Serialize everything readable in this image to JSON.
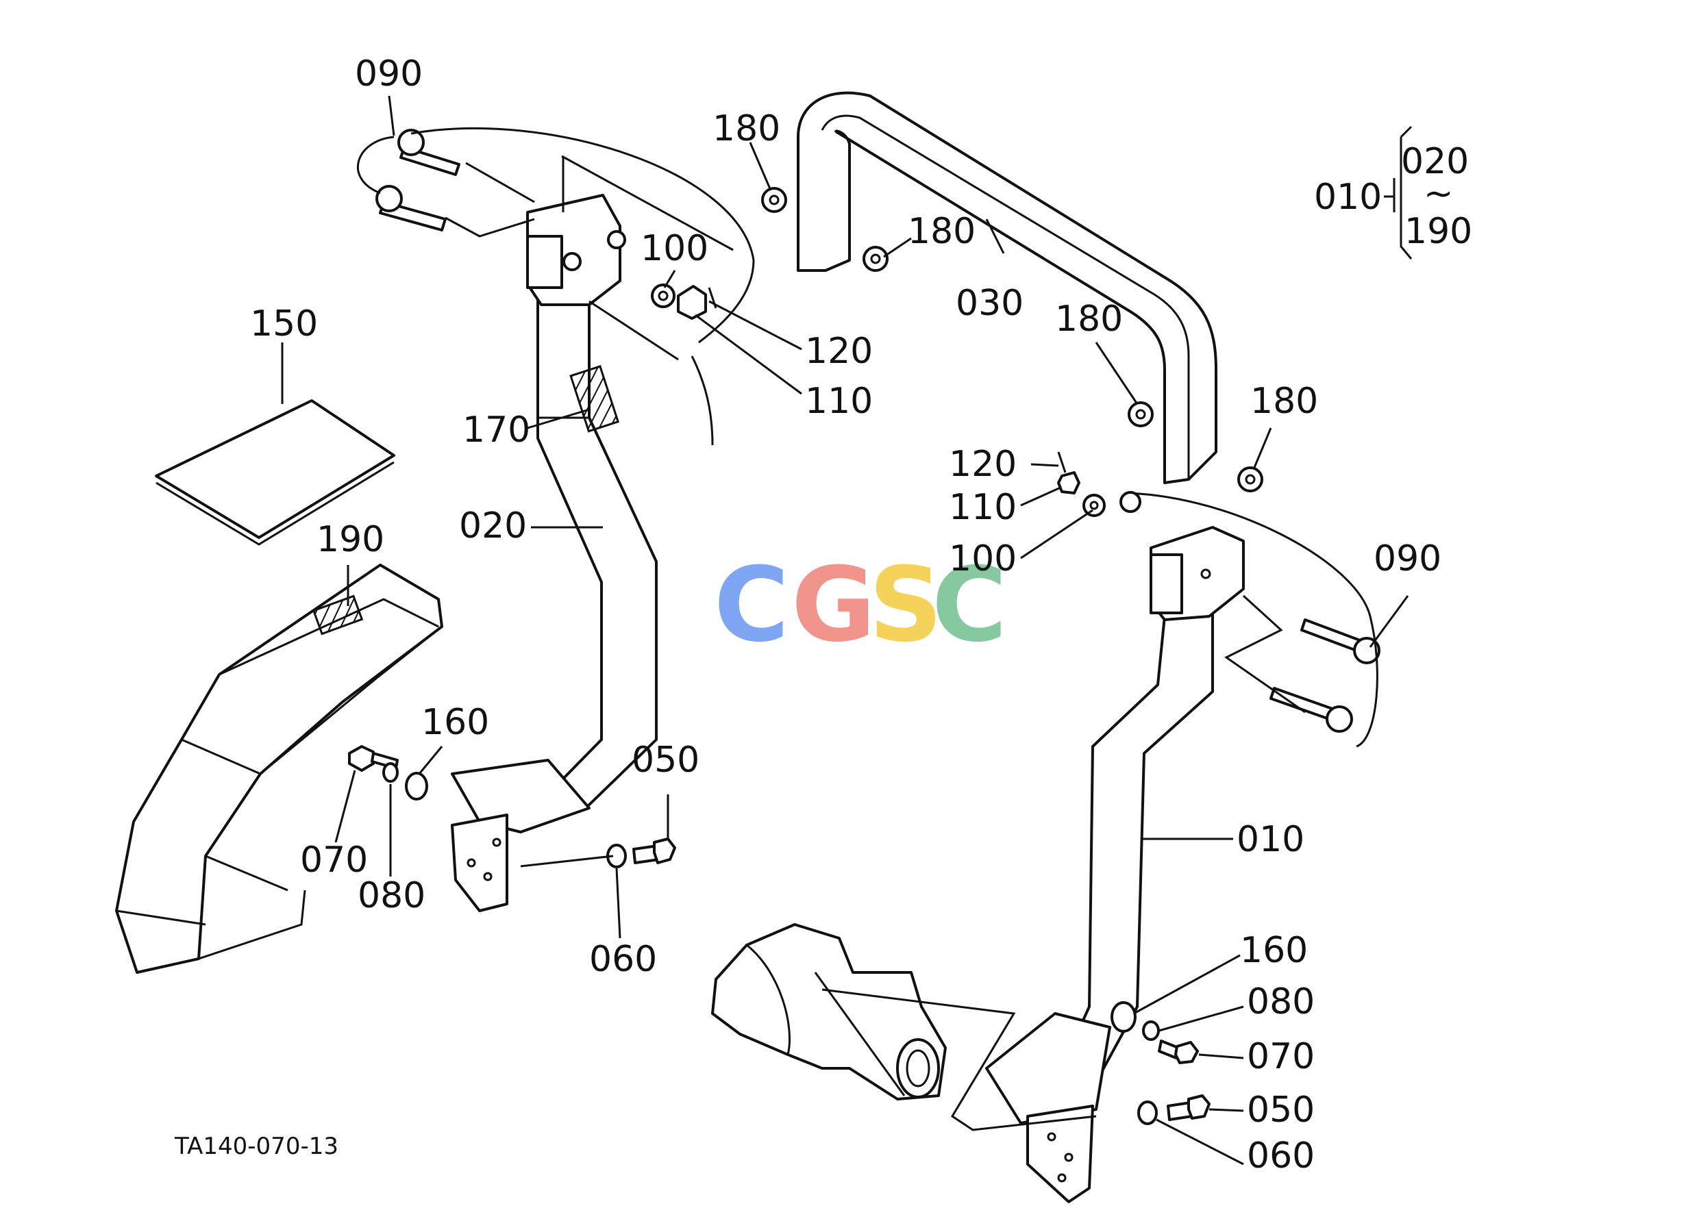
{
  "diagram": {
    "drawing_code": "TA140-070-13",
    "watermark": {
      "letters": [
        "C",
        "G",
        "S",
        "C"
      ],
      "colors": [
        "#7ea6f2",
        "#f0948c",
        "#f5d35b",
        "#86c8a0"
      ]
    },
    "range_callout": {
      "parent": "010",
      "from": "020",
      "to": "190",
      "tilde": "~"
    },
    "callouts": [
      "090",
      "180",
      "180",
      "100",
      "120",
      "110",
      "150",
      "170",
      "020",
      "030",
      "180",
      "180",
      "120",
      "110",
      "100",
      "090",
      "190",
      "160",
      "050",
      "070",
      "080",
      "060",
      "010",
      "160",
      "080",
      "070",
      "050",
      "060"
    ]
  }
}
